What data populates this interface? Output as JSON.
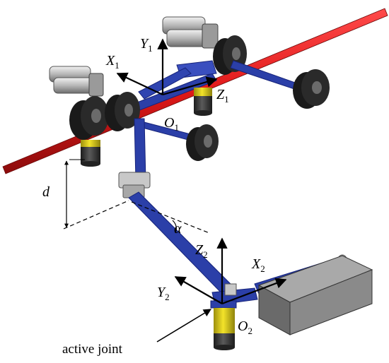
{
  "labels": {
    "y1": "Y",
    "y1_sub": "1",
    "x1": "X",
    "x1_sub": "1",
    "z1": "Z",
    "z1_sub": "1",
    "o1": "O",
    "o1_sub": "1",
    "z2": "Z",
    "z2_sub": "2",
    "x2": "X",
    "x2_sub": "2",
    "y2": "Y",
    "y2_sub": "2",
    "o2": "O",
    "o2_sub": "2",
    "d": "d",
    "alpha": "α",
    "active_joint": "active joint"
  },
  "colors": {
    "cable": "#e01919",
    "arm": "#2b3fa8",
    "arm_dark": "#17247a",
    "wheel": "#1a1a1a",
    "motor": "#b9b9b9",
    "joint_yellow": "#e8d61a",
    "box": "#7f7f7f",
    "axis": "#000000"
  }
}
